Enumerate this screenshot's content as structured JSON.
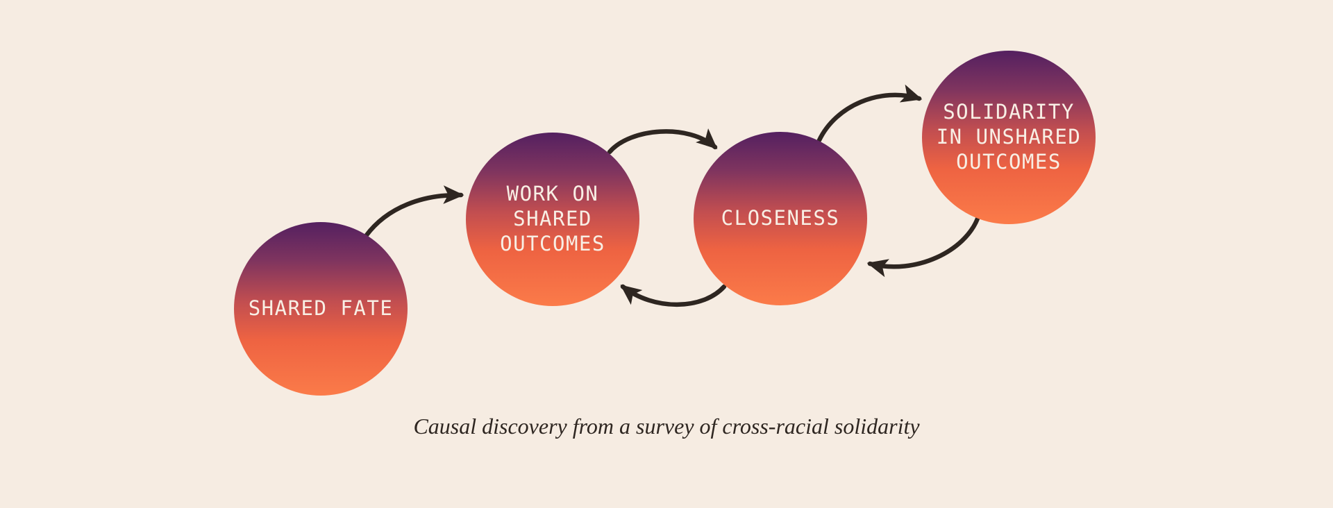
{
  "background_color": "#f6ece2",
  "diagram": {
    "nodes": [
      {
        "id": "shared-fate",
        "label": "SHARED FATE"
      },
      {
        "id": "work-on-shared-outcomes",
        "label": "WORK ON\nSHARED\nOUTCOMES"
      },
      {
        "id": "closeness",
        "label": "CLOSENESS"
      },
      {
        "id": "solidarity-in-unshared-outcomes",
        "label": "SOLIDARITY\nIN UNSHARED\nOUTCOMES"
      }
    ],
    "edges": [
      {
        "from": "shared-fate",
        "to": "work-on-shared-outcomes",
        "curve": "top"
      },
      {
        "from": "work-on-shared-outcomes",
        "to": "closeness",
        "curve": "top"
      },
      {
        "from": "closeness",
        "to": "work-on-shared-outcomes",
        "curve": "bottom"
      },
      {
        "from": "closeness",
        "to": "solidarity-in-unshared-outcomes",
        "curve": "top"
      },
      {
        "from": "solidarity-in-unshared-outcomes",
        "to": "closeness",
        "curve": "bottom"
      }
    ],
    "node_gradient_top": "#542060",
    "node_gradient_bottom": "#fb7b49",
    "node_text_color": "#f8efe5",
    "arrow_color": "#2e2621"
  },
  "caption": {
    "text": "Causal discovery from a survey of cross-racial solidarity",
    "color": "#2e2621"
  }
}
